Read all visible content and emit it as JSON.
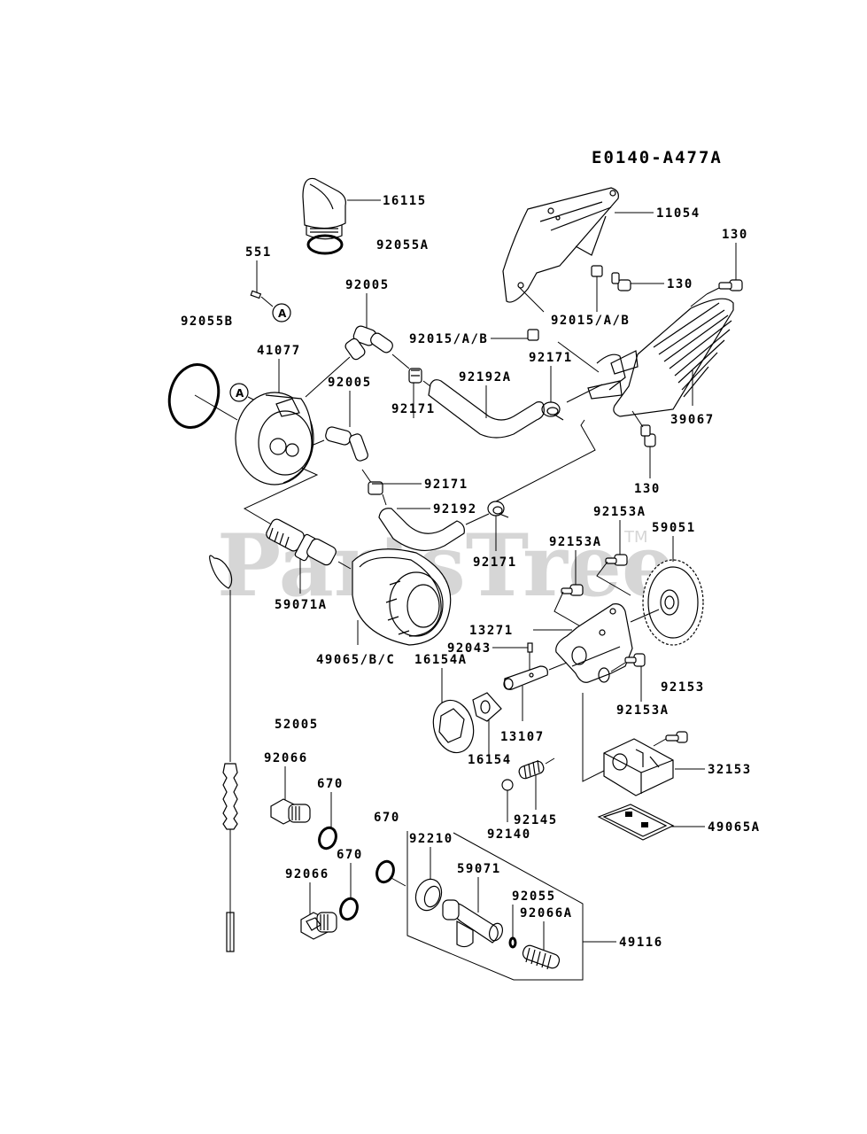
{
  "diagram": {
    "code": "E0140-A477A",
    "watermark": "PartsTree",
    "watermark_tm": "TM",
    "callout_ref": "A",
    "parts": [
      {
        "id": "16115",
        "label": "16115"
      },
      {
        "id": "92055A",
        "label": "92055A"
      },
      {
        "id": "551",
        "label": "551"
      },
      {
        "id": "92055B",
        "label": "92055B"
      },
      {
        "id": "92005-top",
        "label": "92005"
      },
      {
        "id": "41077",
        "label": "41077"
      },
      {
        "id": "92005-mid",
        "label": "92005"
      },
      {
        "id": "11054",
        "label": "11054"
      },
      {
        "id": "130-top",
        "label": "130"
      },
      {
        "id": "130-mid",
        "label": "130"
      },
      {
        "id": "92015-right",
        "label": "92015/A/B"
      },
      {
        "id": "92015-left",
        "label": "92015/A/B"
      },
      {
        "id": "92171-a",
        "label": "92171"
      },
      {
        "id": "92192A",
        "label": "92192A"
      },
      {
        "id": "92171-b",
        "label": "92171"
      },
      {
        "id": "39067",
        "label": "39067"
      },
      {
        "id": "130-bot",
        "label": "130"
      },
      {
        "id": "92171-c",
        "label": "92171"
      },
      {
        "id": "92192",
        "label": "92192"
      },
      {
        "id": "92171-d",
        "label": "92171"
      },
      {
        "id": "92153A-a",
        "label": "92153A"
      },
      {
        "id": "59051",
        "label": "59051"
      },
      {
        "id": "92153A-b",
        "label": "92153A"
      },
      {
        "id": "59071A",
        "label": "59071A"
      },
      {
        "id": "13271",
        "label": "13271"
      },
      {
        "id": "92043",
        "label": "92043"
      },
      {
        "id": "49065BC",
        "label": "49065/B/C"
      },
      {
        "id": "16154A",
        "label": "16154A"
      },
      {
        "id": "92153",
        "label": "92153"
      },
      {
        "id": "92153A-c",
        "label": "92153A"
      },
      {
        "id": "13107",
        "label": "13107"
      },
      {
        "id": "16154",
        "label": "16154"
      },
      {
        "id": "52005",
        "label": "52005"
      },
      {
        "id": "32153",
        "label": "32153"
      },
      {
        "id": "92066-a",
        "label": "92066"
      },
      {
        "id": "670-a",
        "label": "670"
      },
      {
        "id": "92145",
        "label": "92145"
      },
      {
        "id": "92140",
        "label": "92140"
      },
      {
        "id": "49065A",
        "label": "49065A"
      },
      {
        "id": "670-b",
        "label": "670"
      },
      {
        "id": "92210",
        "label": "92210"
      },
      {
        "id": "670-c",
        "label": "670"
      },
      {
        "id": "59071",
        "label": "59071"
      },
      {
        "id": "92066-b",
        "label": "92066"
      },
      {
        "id": "92055",
        "label": "92055"
      },
      {
        "id": "92066A",
        "label": "92066A"
      },
      {
        "id": "49116",
        "label": "49116"
      }
    ]
  }
}
